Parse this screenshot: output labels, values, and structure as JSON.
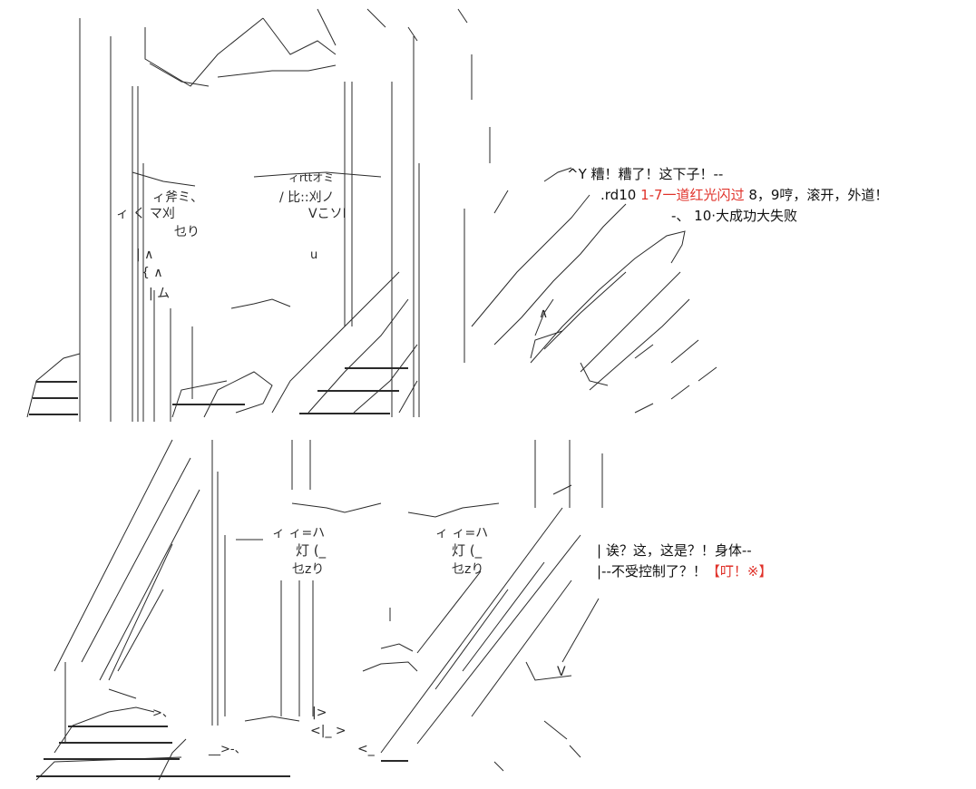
{
  "colors": {
    "text": "#111111",
    "highlight": "#e0322a",
    "art": "#2a2a2a",
    "background": "#ffffff"
  },
  "panel_top": {
    "line1": "^Y 糟！糟了！这下子！--",
    "line2_prefix": ".rd10 ",
    "line2_red": "1-7一道红光闪过",
    "line2_suffix": " 8，9哼，滚开，外道！",
    "line3": "-、 10·大成功大失败"
  },
  "panel_bottom": {
    "line1": "| 诶？这，这是？！身体--",
    "line2_prefix": "|--不受控制了？！",
    "line2_red": "【叮！※】"
  },
  "art_text": {
    "a1": "ィ斧ミ、",
    "a2": "ィ く マ刈",
    "a3": "乜り",
    "a4": "/ 比::刈ノ",
    "a5": "VこソI",
    "a6": "ィrttオミ",
    "a7": "u",
    "a8": "| ∧",
    "a9": "{ ∧",
    "a10": "| ム",
    "b1": "ィ ィ=ハ",
    "b2": "灯 (_",
    "b3": "乜zり",
    "b4": "ィ ィ=ハ",
    "b5": "灯 (_",
    "b6": "乜zり",
    "b7": "V",
    "b8": "∧",
    "b9": "<|_ >",
    "b10": "<_",
    "b11": "|>",
    "b12": "__>-、",
    "b13": ">、"
  }
}
